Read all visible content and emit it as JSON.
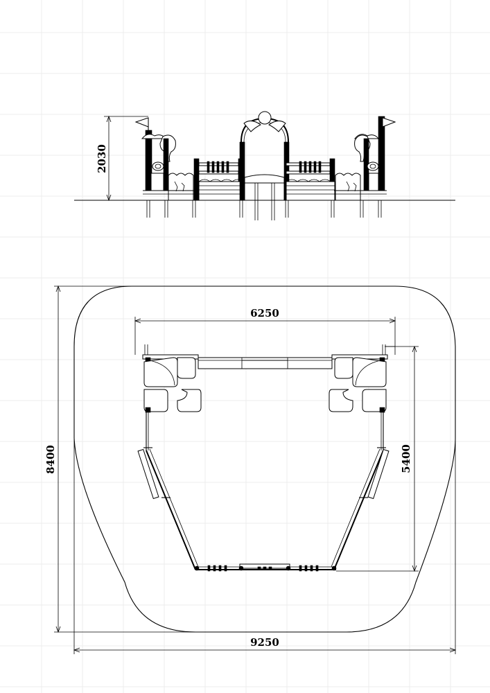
{
  "dimensions": {
    "elevation_height": "2030",
    "plan_inner_width": "6250",
    "plan_inner_depth": "5400",
    "overall_depth": "8400",
    "overall_width": "9250"
  }
}
